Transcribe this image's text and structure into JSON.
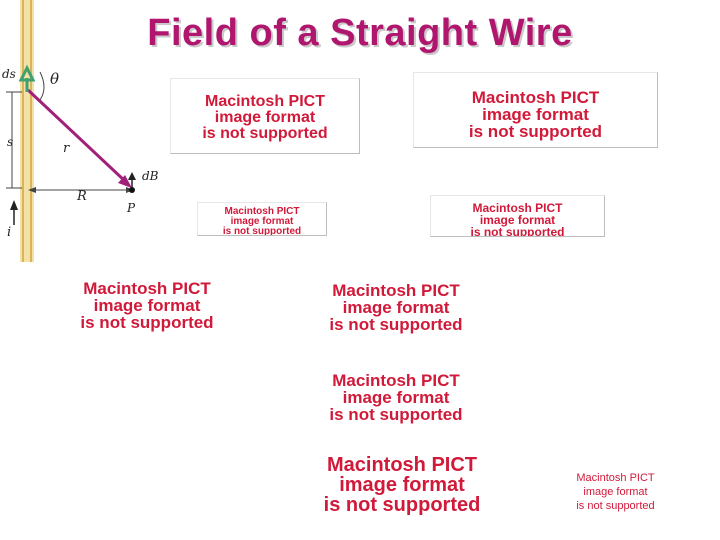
{
  "slide": {
    "title": "Field of a Straight Wire"
  },
  "diagram": {
    "labels": {
      "ds": "ds",
      "theta": "θ",
      "r": "r",
      "s": "s",
      "R": "R",
      "dB": "dB",
      "P": "P",
      "i": "i"
    }
  },
  "placeholders": [
    {
      "line1": "Macintosh PICT",
      "line2": "image format",
      "line3": "is not supported"
    },
    {
      "line1": "Macintosh PICT",
      "line2": "image format",
      "line3": "is not supported"
    },
    {
      "line1": "Macintosh PICT",
      "line2": "image format",
      "line3": "is not supported"
    },
    {
      "line1": "Macintosh PICT",
      "line2": "image format",
      "line3": "is not supported"
    },
    {
      "line1": "Macintosh PICT",
      "line2": "image format",
      "line3": "is not supported"
    },
    {
      "line1": "Macintosh PICT",
      "line2": "image format",
      "line3": "is not supported"
    },
    {
      "line1": "Macintosh PICT",
      "line2": "image format",
      "line3": "is not supported"
    },
    {
      "line1": "Macintosh PICT",
      "line2": "image format",
      "line3": "is not supported"
    },
    {
      "line1": "Macintosh PICT",
      "line2": "image format",
      "line3": "is not supported"
    }
  ],
  "colors": {
    "title": "#b0166e",
    "placeholder_text": "#d11a3a",
    "wire": "#e8c878",
    "vector_r": "#a0207a",
    "element_ds": "#3fa070"
  }
}
